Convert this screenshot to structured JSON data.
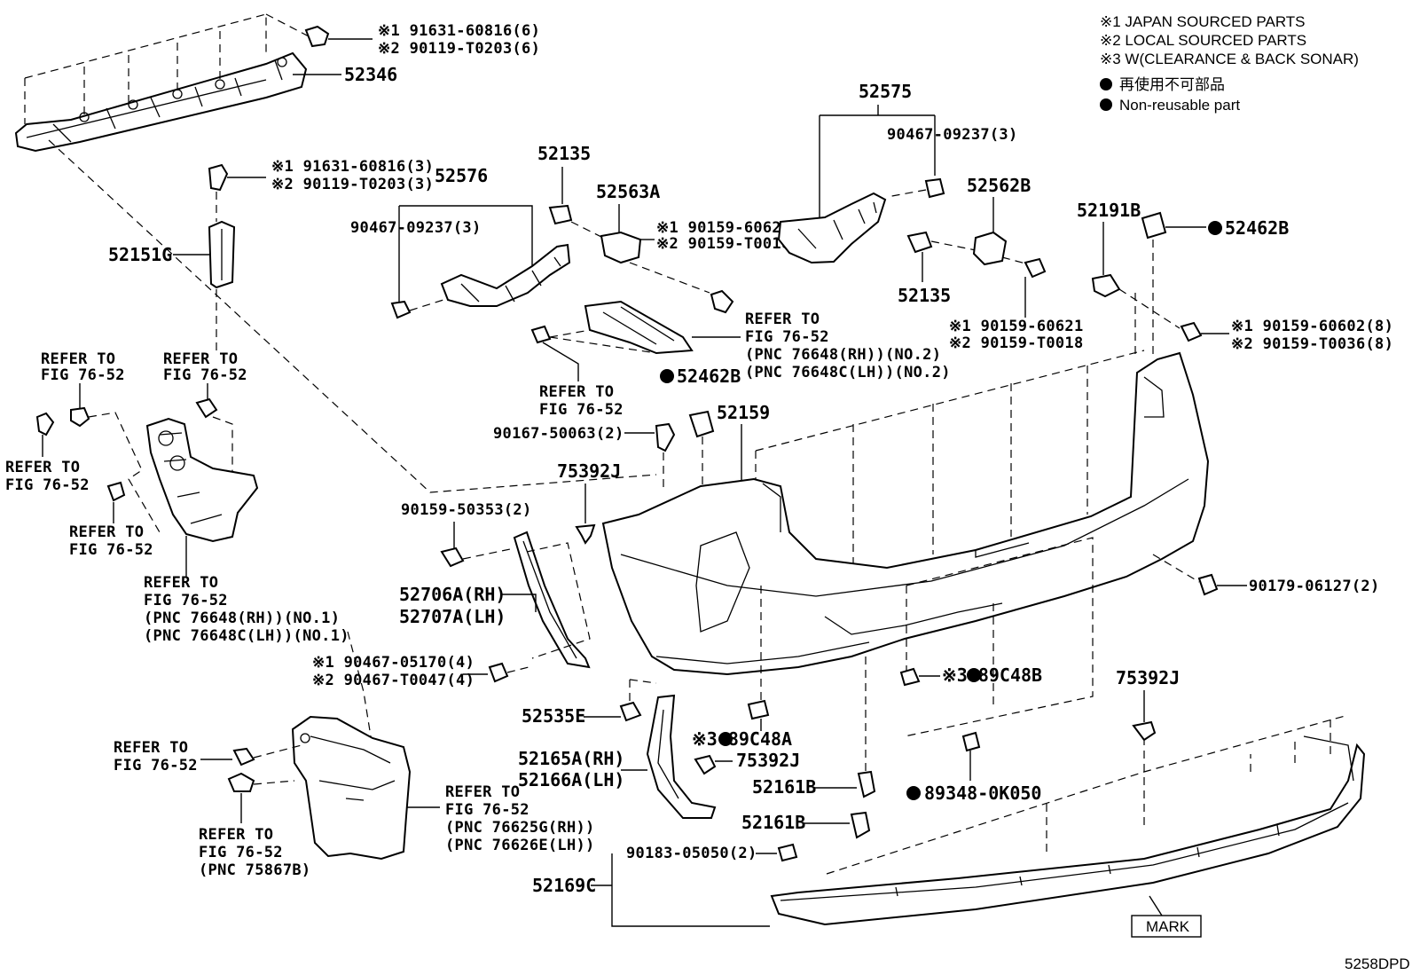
{
  "legend": {
    "line1": "※1 JAPAN SOURCED PARTS",
    "line2": "※2 LOCAL SOURCED PARTS",
    "line3": "※3 W(CLEARANCE & BACK SONAR)",
    "line4": "再使用不可部品",
    "line5": "Non-reusable part"
  },
  "labels": {
    "p91631_60816_6": "※1  91631-60816(6)",
    "p90119_T0203_6": "※2  90119-T0203(6)",
    "p52346": "52346",
    "p91631_60816_3": "※1  91631-60816(3)",
    "p90119_T0203_3": "※2  90119-T0203(3)",
    "p52151G": "52151G",
    "p52576": "52576",
    "p90467_09237_3a": "90467-09237(3)",
    "p52135a": "52135",
    "p52563A": "52563A",
    "p90159_60621a": "※1 90159-60621",
    "p90159_T0018a": "※2 90159-T0018",
    "p52575": "52575",
    "p90467_09237_3b": "90467-09237(3)",
    "p52562B": "52562B",
    "p52135b": "52135",
    "p90159_60621b": "※1 90159-60621",
    "p90159_T0018b": "※2 90159-T0018",
    "p52191B": "52191B",
    "p52462Ba": "52462B",
    "p90159_60602_8": "※1 90159-60602(8)",
    "p90159_T0036_8": "※2 90159-T0036(8)",
    "refer_a1": "REFER TO",
    "refer_a2": "FIG 76-52",
    "refer_a3": "(PNC 76648(RH))(NO.2)",
    "refer_a4": "(PNC 76648C(LH))(NO.2)",
    "refer_b1": "REFER TO",
    "refer_b2": "FIG 76-52",
    "p52462Bb": "52462B",
    "p90167_50063": "90167-50063(2)",
    "p52159": "52159",
    "refer_c1": "REFER TO",
    "refer_c2": "FIG 76-52",
    "refer_d1": "REFER TO",
    "refer_d2": "FIG 76-52",
    "refer_e1": "REFER TO",
    "refer_e2": "FIG 76-52",
    "refer_f1": "REFER TO",
    "refer_f2": "FIG 76-52",
    "refer_g1": "REFER TO",
    "refer_g2": "FIG 76-52",
    "refer_g3": "(PNC 76648(RH))(NO.1)",
    "refer_g4": "(PNC 76648C(LH))(NO.1)",
    "p75392Ja": "75392J",
    "p90159_50353": "90159-50353(2)",
    "p52706A": "52706A(RH)",
    "p52707A": "52707A(LH)",
    "p90467_05170": "※1 90467-05170(4)",
    "p90467_T0047": "※2 90467-T0047(4)",
    "p90179_06127": "90179-06127(2)",
    "p89C48B": "※3 89C48B",
    "p75392Jb": "75392J",
    "p52535E": "52535E",
    "p89C48A": "※3 89C48A",
    "p75392Jc": "75392J",
    "p52165A": "52165A(RH)",
    "p52166A": "52166A(LH)",
    "p52161Ba": "52161B",
    "p89348": "89348-0K050",
    "p52161Bb": "52161B",
    "refer_h1": "REFER TO",
    "refer_h2": "FIG 76-52",
    "refer_i1": "REFER TO",
    "refer_i2": "FIG 76-52",
    "refer_i3": "(PNC 76625G(RH))",
    "refer_i4": "(PNC 76626E(LH))",
    "refer_j1": "REFER TO",
    "refer_j2": "FIG 76-52",
    "refer_j3": "(PNC 75867B)",
    "p90183_05050": "90183-05050(2)",
    "p52169C": "52169C",
    "mark": "MARK",
    "diagram_code": "5258DPD"
  }
}
